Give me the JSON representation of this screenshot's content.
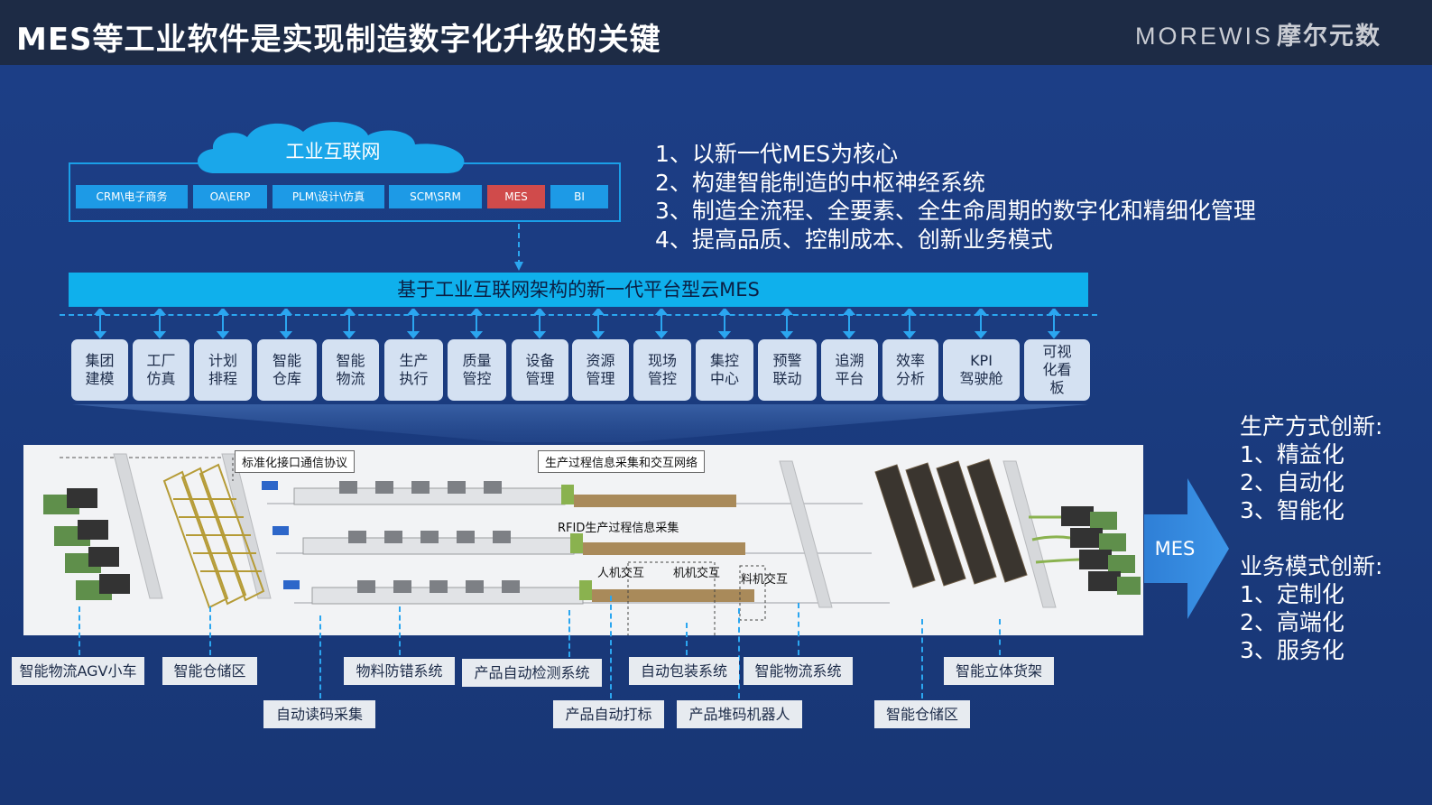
{
  "header": {
    "title": "MES等工业软件是实现制造数字化升级的关键"
  },
  "logo": {
    "en": "MOREWIS",
    "cn": "摩尔元数"
  },
  "cloud": {
    "label": "工业互联网",
    "systems": [
      "CRM\\电子商务",
      "OA\\ERP",
      "PLM\\设计\\仿真",
      "SCM\\SRM",
      "MES",
      "BI"
    ]
  },
  "platform": {
    "label": "基于工业互联网架构的新一代平台型云MES"
  },
  "modules": [
    "集团\n建模",
    "工厂\n仿真",
    "计划\n排程",
    "智能\n仓库",
    "智能\n物流",
    "生产\n执行",
    "质量\n管控",
    "设备\n管理",
    "资源\n管理",
    "现场\n管控",
    "集控\n中心",
    "预警\n联动",
    "追溯\n平台",
    "效率\n分析",
    "KPI\n驾驶舱",
    "可视\n化看\n板"
  ],
  "points": [
    "1、以新一代MES为核心",
    "2、构建智能制造的中枢神经系统",
    "3、制造全流程、全要素、全生命周期的数字化和精细化管理",
    "4、提高品质、控制成本、创新业务模式"
  ],
  "innovation": {
    "production_title": "生产方式创新:",
    "production": [
      "1、精益化",
      "2、自动化",
      "3、智能化"
    ],
    "business_title": "业务模式创新:",
    "business": [
      "1、定制化",
      "2、高端化",
      "3、服务化"
    ]
  },
  "factory": {
    "labels": {
      "protocol": "标准化接口通信协议",
      "network": "生产过程信息采集和交互网络",
      "rfid": "RFID生产过程信息采集",
      "hmi1": "人机交互",
      "hmi2": "机机交互",
      "hmi3": "料机交互"
    }
  },
  "arrow_label": "MES",
  "bottom_labels": {
    "agv": "智能物流AGV小车",
    "warehouse1": "智能仓储区",
    "barcode": "自动读码采集",
    "antierror": "物料防错系统",
    "inspection": "产品自动检测系统",
    "marking": "产品自动打标",
    "packing": "自动包装系统",
    "robot": "产品堆码机器人",
    "logistics": "智能物流系统",
    "warehouse2": "智能仓储区",
    "rack": "智能立体货架"
  },
  "colors": {
    "background": "#1b3a7a",
    "header": "#1d2b45",
    "accent": "#0fb0ec",
    "mes": "#d04b4b",
    "module": "#d4e1f2"
  }
}
